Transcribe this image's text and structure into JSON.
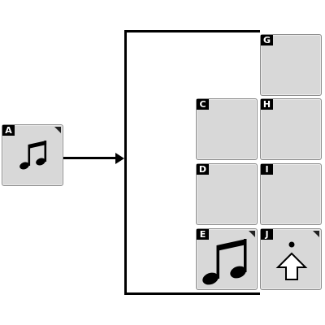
{
  "source_tile": {
    "letter": "A",
    "icon": "music-note-icon"
  },
  "slots": [
    {
      "id": "G",
      "letter": "G",
      "icon": null,
      "has_menu": false
    },
    {
      "id": "C",
      "letter": "C",
      "icon": null,
      "has_menu": false
    },
    {
      "id": "H",
      "letter": "H",
      "icon": null,
      "has_menu": false
    },
    {
      "id": "D",
      "letter": "D",
      "icon": null,
      "has_menu": false
    },
    {
      "id": "I",
      "letter": "I",
      "icon": null,
      "has_menu": false
    },
    {
      "id": "E",
      "letter": "E",
      "icon": "music-note-icon",
      "has_menu": true
    },
    {
      "id": "J",
      "letter": "J",
      "icon": "shift-arrow-icon",
      "has_menu": true
    }
  ],
  "colors": {
    "tile_bg": "#d8d8d8",
    "tile_border": "#8c8c8c",
    "badge_bg": "#000000",
    "line": "#000000"
  }
}
